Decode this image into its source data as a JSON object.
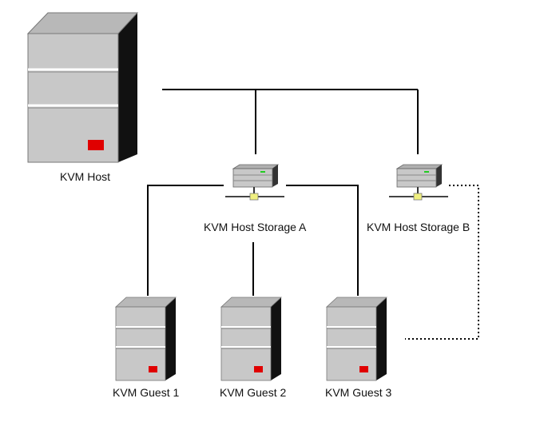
{
  "labels": {
    "host": "KVM Host",
    "storage_a": "KVM Host Storage A",
    "storage_b": "KVM Host Storage B",
    "guest_1": "KVM Guest 1",
    "guest_2": "KVM Guest 2",
    "guest_3": "KVM Guest 3"
  },
  "icons": {
    "host": "server-tower-icon",
    "storage": "network-storage-icon",
    "guest": "server-tower-icon"
  },
  "colors": {
    "server_body": "#c8c8c8",
    "server_side": "#111111",
    "indicator": "#e00000",
    "storage_led": "#22cc22",
    "connector": "#f0f080",
    "line": "#000000"
  },
  "links": [
    {
      "from": "host",
      "to": "storage_a",
      "style": "solid"
    },
    {
      "from": "host",
      "to": "storage_b",
      "style": "solid"
    },
    {
      "from": "storage_a",
      "to": "guest_1",
      "style": "solid"
    },
    {
      "from": "storage_a",
      "to": "guest_2",
      "style": "solid"
    },
    {
      "from": "storage_a",
      "to": "guest_3",
      "style": "solid"
    },
    {
      "from": "storage_b",
      "to": "guest_3",
      "style": "dotted"
    }
  ]
}
